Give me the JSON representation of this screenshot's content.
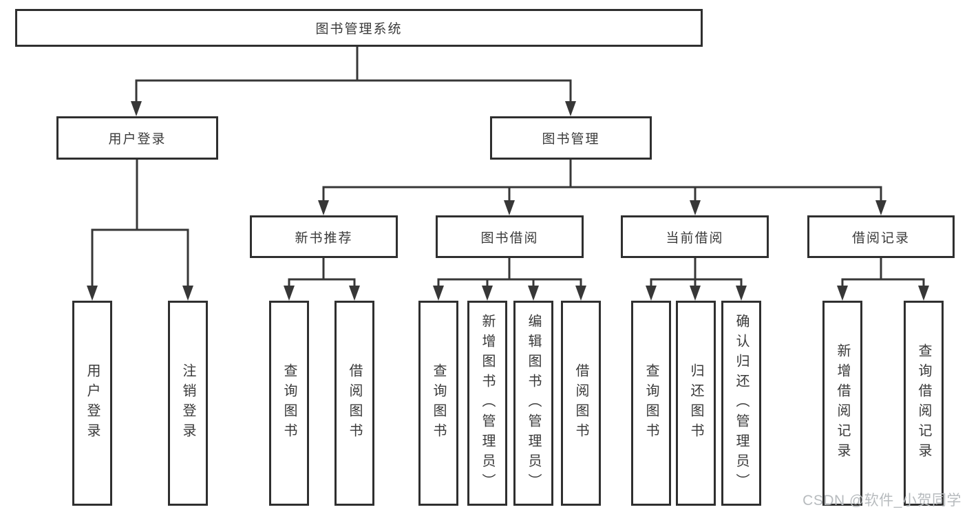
{
  "diagram": {
    "root": {
      "label": "图书管理系统"
    },
    "branches": [
      {
        "label": "用户登录",
        "children": [
          {
            "label": "用户登录"
          },
          {
            "label": "注销登录"
          }
        ]
      },
      {
        "label": "图书管理",
        "children": [
          {
            "label": "新书推荐",
            "children": [
              {
                "label": "查询图书"
              },
              {
                "label": "借阅图书"
              }
            ]
          },
          {
            "label": "图书借阅",
            "children": [
              {
                "label": "查询图书"
              },
              {
                "label": "新增图书（管理员）"
              },
              {
                "label": "编辑图书（管理员）"
              },
              {
                "label": "借阅图书"
              }
            ]
          },
          {
            "label": "当前借阅",
            "children": [
              {
                "label": "查询图书"
              },
              {
                "label": "归还图书"
              },
              {
                "label": "确认归还（管理员）"
              }
            ]
          },
          {
            "label": "借阅记录",
            "children": [
              {
                "label": "新增借阅记录"
              },
              {
                "label": "查询借阅记录"
              }
            ]
          }
        ]
      }
    ]
  },
  "watermark": {
    "text": "CSDN @软件_小贺同学"
  },
  "colors": {
    "line": "#373737",
    "box_border": "#2f2f2f",
    "text": "#3a3a3a",
    "watermark": "#b7bbbe",
    "background": "#ffffff"
  }
}
